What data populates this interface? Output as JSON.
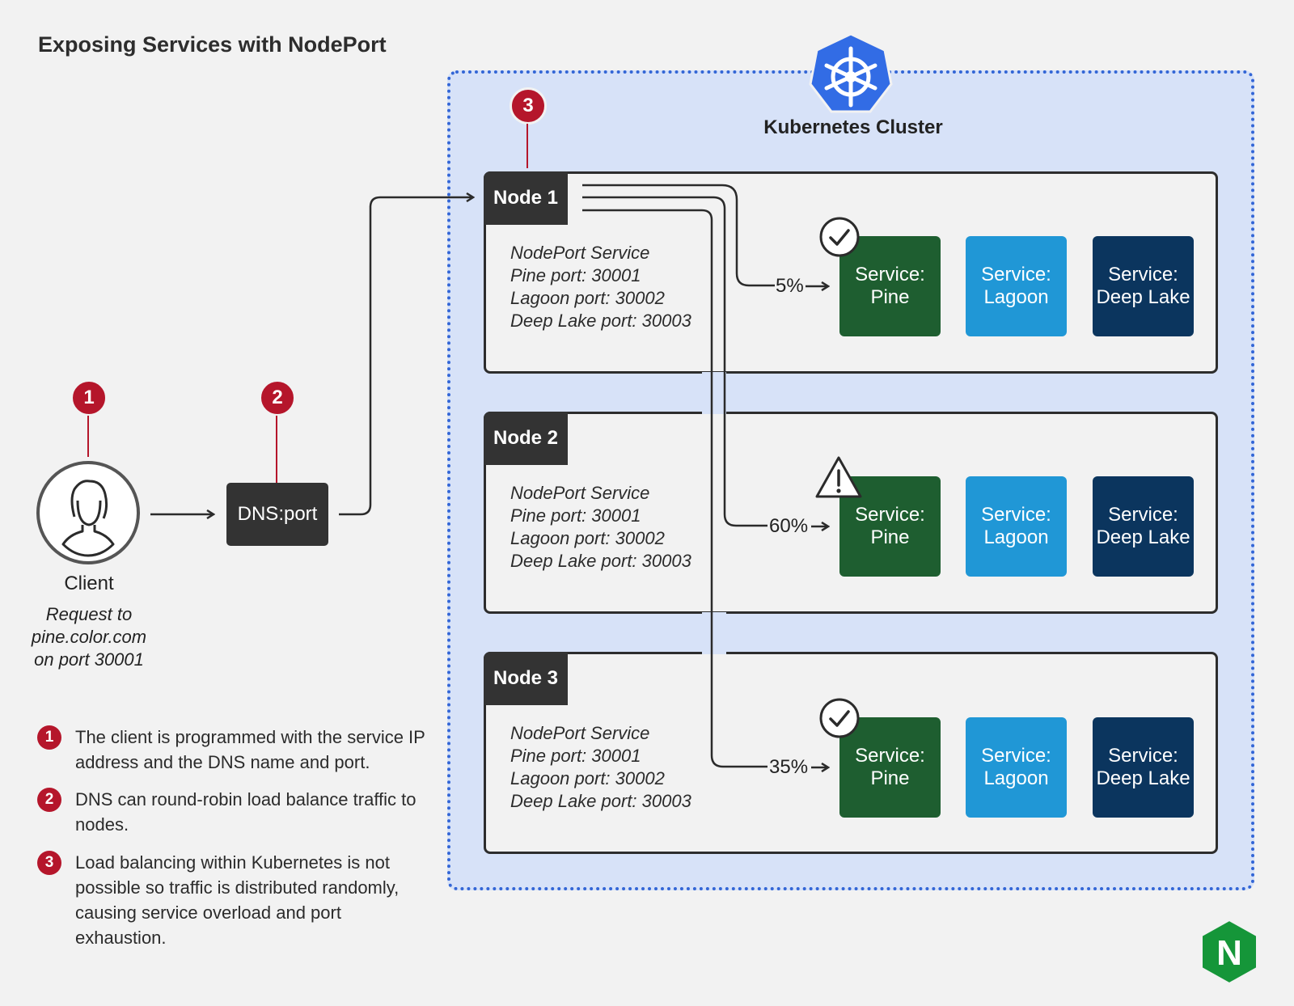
{
  "title": "Exposing Services with NodePort",
  "cluster": {
    "label": "Kubernetes Cluster"
  },
  "client": {
    "label": "Client",
    "request_lines": [
      "Request to",
      "pine.color.com",
      "on port 30001"
    ]
  },
  "dns": {
    "label": "DNS:port"
  },
  "nodes": [
    {
      "name": "Node 1",
      "lines": [
        "NodePort Service",
        "Pine port: 30001",
        "Lagoon port: 30002",
        "Deep Lake port: 30003"
      ],
      "traffic": "5%",
      "status": "check"
    },
    {
      "name": "Node 2",
      "lines": [
        "NodePort Service",
        "Pine port: 30001",
        "Lagoon port: 30002",
        "Deep Lake port: 30003"
      ],
      "traffic": "60%",
      "status": "warning"
    },
    {
      "name": "Node 3",
      "lines": [
        "NodePort Service",
        "Pine port: 30001",
        "Lagoon port: 30002",
        "Deep Lake port: 30003"
      ],
      "traffic": "35%",
      "status": "check"
    }
  ],
  "services": [
    {
      "line1": "Service:",
      "line2": "Pine",
      "color": "#1e5e30"
    },
    {
      "line1": "Service:",
      "line2": "Lagoon",
      "color": "#2097d6"
    },
    {
      "line1": "Service:",
      "line2": "Deep Lake",
      "color": "#0b355e"
    }
  ],
  "badges": [
    "1",
    "2",
    "3"
  ],
  "legend": [
    {
      "num": "1",
      "text": "The client is programmed with the service IP address and the DNS name and port."
    },
    {
      "num": "2",
      "text": "DNS can round-robin load balance traffic to nodes."
    },
    {
      "num": "3",
      "text": "Load balancing within Kubernetes is not possible so traffic is distributed randomly, causing service overload and port exhaustion."
    }
  ],
  "logo": {
    "letter": "N",
    "color": "#159639"
  },
  "colors": {
    "accent_red": "#b5162b",
    "cluster_border": "#3366d6",
    "cluster_fill": "#d7e2f8",
    "k8s_blue": "#326ce5"
  }
}
